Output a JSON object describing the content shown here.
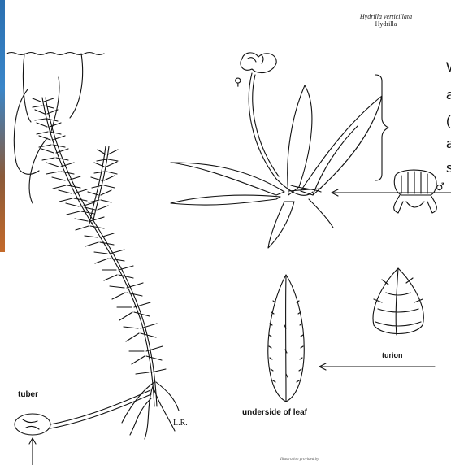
{
  "species": {
    "scientific_name": "Hydrilla verticillata",
    "common_name": "Hydrilla"
  },
  "labels": {
    "tuber": "tuber",
    "turion": "turion",
    "underside_of_leaf": "underside of leaf",
    "initials": "L.R."
  },
  "symbols": {
    "female": "♀",
    "male": "♂"
  },
  "cut_text": [
    "W",
    "a",
    "(",
    "a",
    "s"
  ],
  "credit": "Illustration provided by",
  "colors": {
    "line": "#111111",
    "background": "#ffffff"
  }
}
